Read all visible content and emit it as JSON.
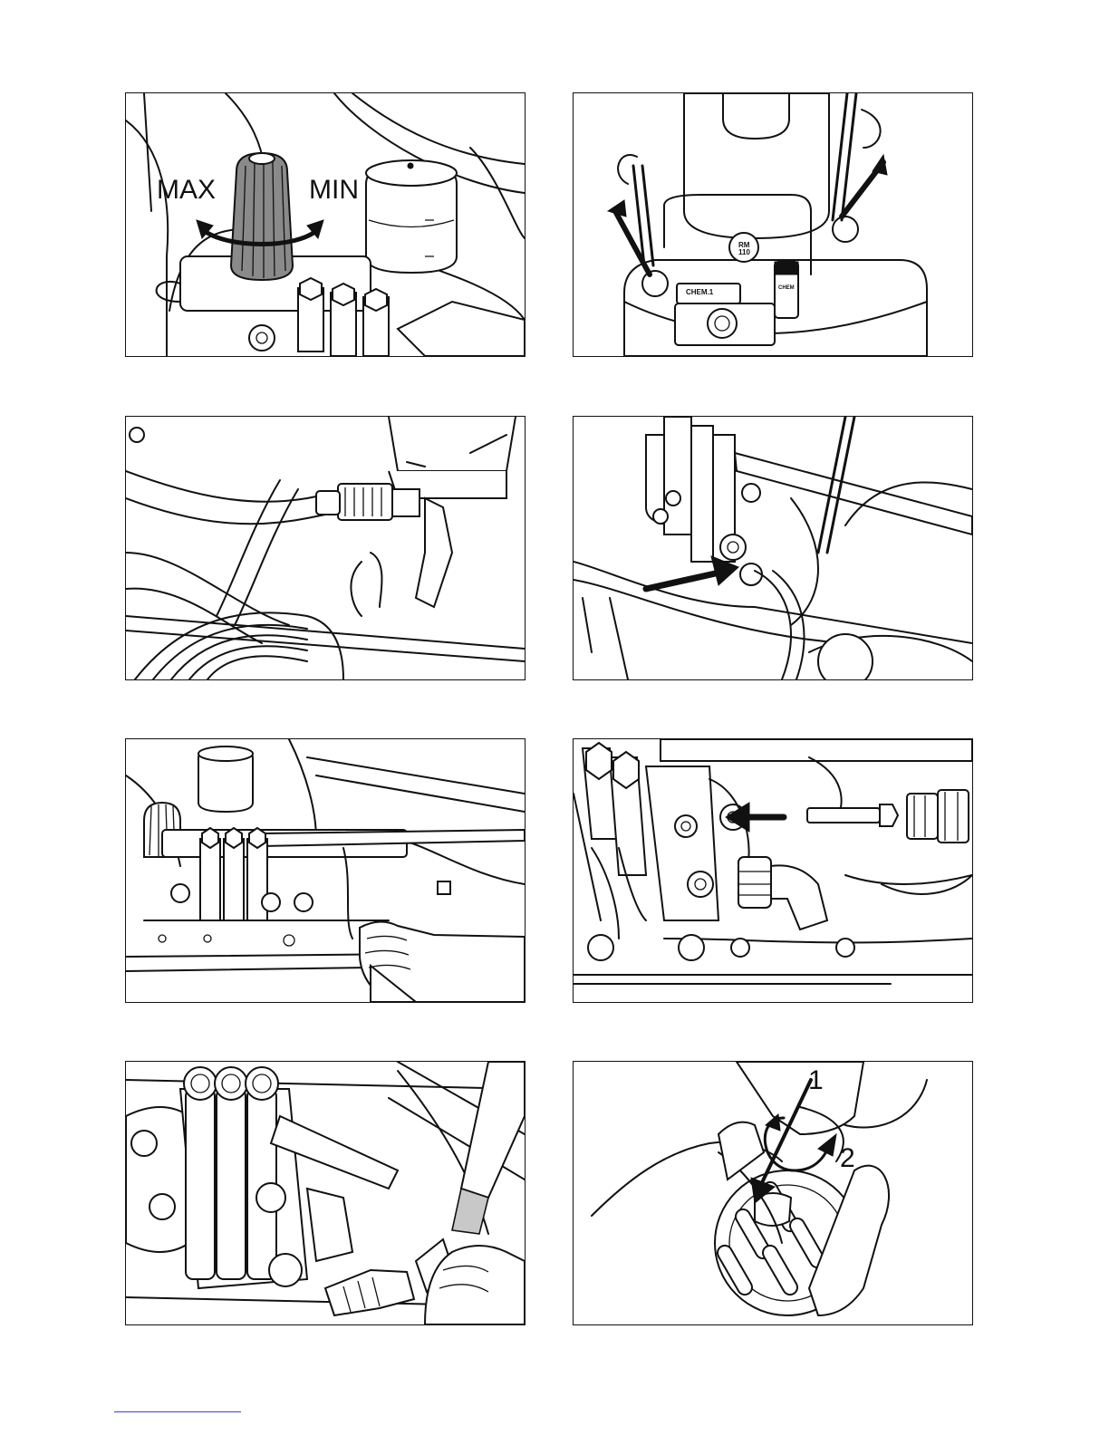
{
  "panels": {
    "p1": {
      "label_max": "MAX",
      "label_min": "MIN"
    },
    "p2": {
      "label_rm": "RM\n110",
      "label_chem": "CHEM.1",
      "label_chem_side": "CHEM"
    },
    "p8": {
      "step_1": "1",
      "step_2": "2"
    }
  },
  "colors": {
    "line": "#111111",
    "dial": "#8a8a8a",
    "arrow": "#111111",
    "footer_rule": "#3344cc"
  }
}
